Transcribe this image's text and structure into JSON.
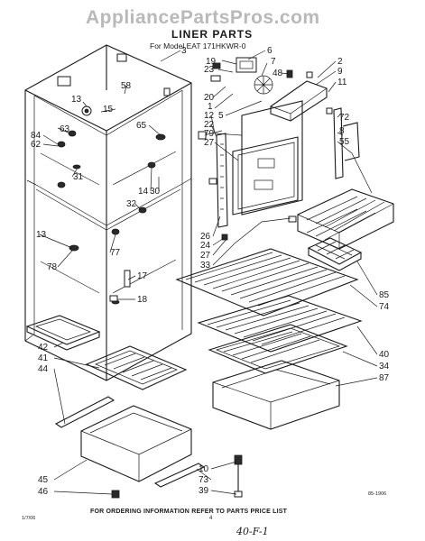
{
  "watermark": "AppliancePartsPros.com",
  "title": "LINER PARTS",
  "subtitle": "For Model EAT 171HKWR-0",
  "footer": "FOR ORDERING INFORMATION REFER TO PARTS PRICE LIST",
  "drawing_ref": "85-1906",
  "doc_code": "1/7/06",
  "page_number": "4",
  "handwritten_note": "40-F-1",
  "callouts": [
    "3",
    "6",
    "19",
    "7",
    "58",
    "23",
    "48",
    "2",
    "9",
    "11",
    "13",
    "15",
    "20",
    "1",
    "5",
    "72",
    "8",
    "55",
    "12",
    "22",
    "79",
    "27",
    "63",
    "65",
    "84",
    "62",
    "31",
    "14",
    "30",
    "32",
    "13",
    "78",
    "77",
    "26",
    "24",
    "27",
    "33",
    "17",
    "18",
    "85",
    "74",
    "40",
    "34",
    "87",
    "42",
    "41",
    "44",
    "45",
    "46",
    "10",
    "73",
    "39"
  ]
}
